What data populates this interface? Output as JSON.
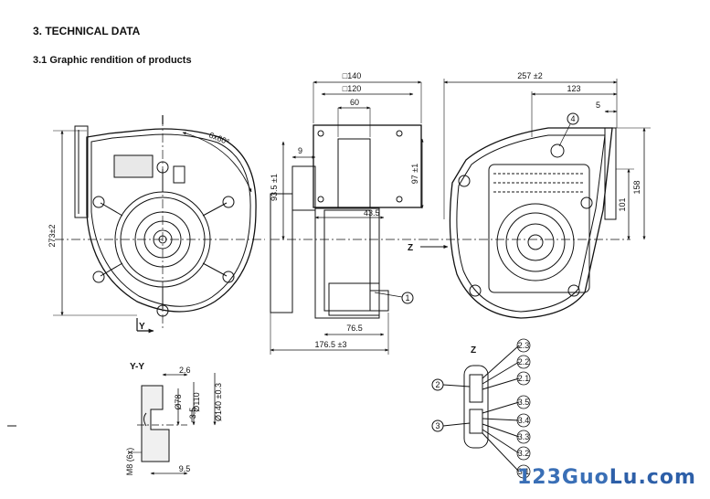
{
  "heading": "3. TECHNICAL DATA",
  "subheading": "3.1 Graphic rendition of products",
  "front_view": {
    "angle_label": "6x60°",
    "height_label": "273±2",
    "section_mark": "Y"
  },
  "side_view": {
    "dim_top1": "□140",
    "dim_top2": "□120",
    "dim_60": "60",
    "dim_9": "9",
    "dim_93": "93.5 ±1",
    "dim_97": "97 ±1",
    "dim_43": "43.5",
    "dim_76": "76.5",
    "dim_176": "176.5 ±3",
    "callout_1": "1"
  },
  "rear_view": {
    "dim_257": "257 ±2",
    "dim_123": "123",
    "dim_5": "5",
    "dim_158": "158",
    "dim_101": "101",
    "view_arrow": "Z",
    "callout_4": "4"
  },
  "section_yy": {
    "title": "Y-Y",
    "d26": "2.6",
    "d78": "Ø78",
    "d110": "Ø110",
    "d140": "Ø140 ±0.3",
    "d35": "3.5",
    "m8": "M8 (6x)",
    "d95": "9.5"
  },
  "connector_z": {
    "title": "Z",
    "callouts": [
      "2",
      "3"
    ],
    "pins": [
      "2.3",
      "2.2",
      "2.1",
      "3.5",
      "3.4",
      "3.3",
      "3.2",
      "3.1"
    ]
  },
  "watermark": {
    "part_a": "123Guo",
    "part_b": "Lu.com"
  },
  "colors": {
    "line": "#111111",
    "watermark": "#3a6fb6"
  }
}
